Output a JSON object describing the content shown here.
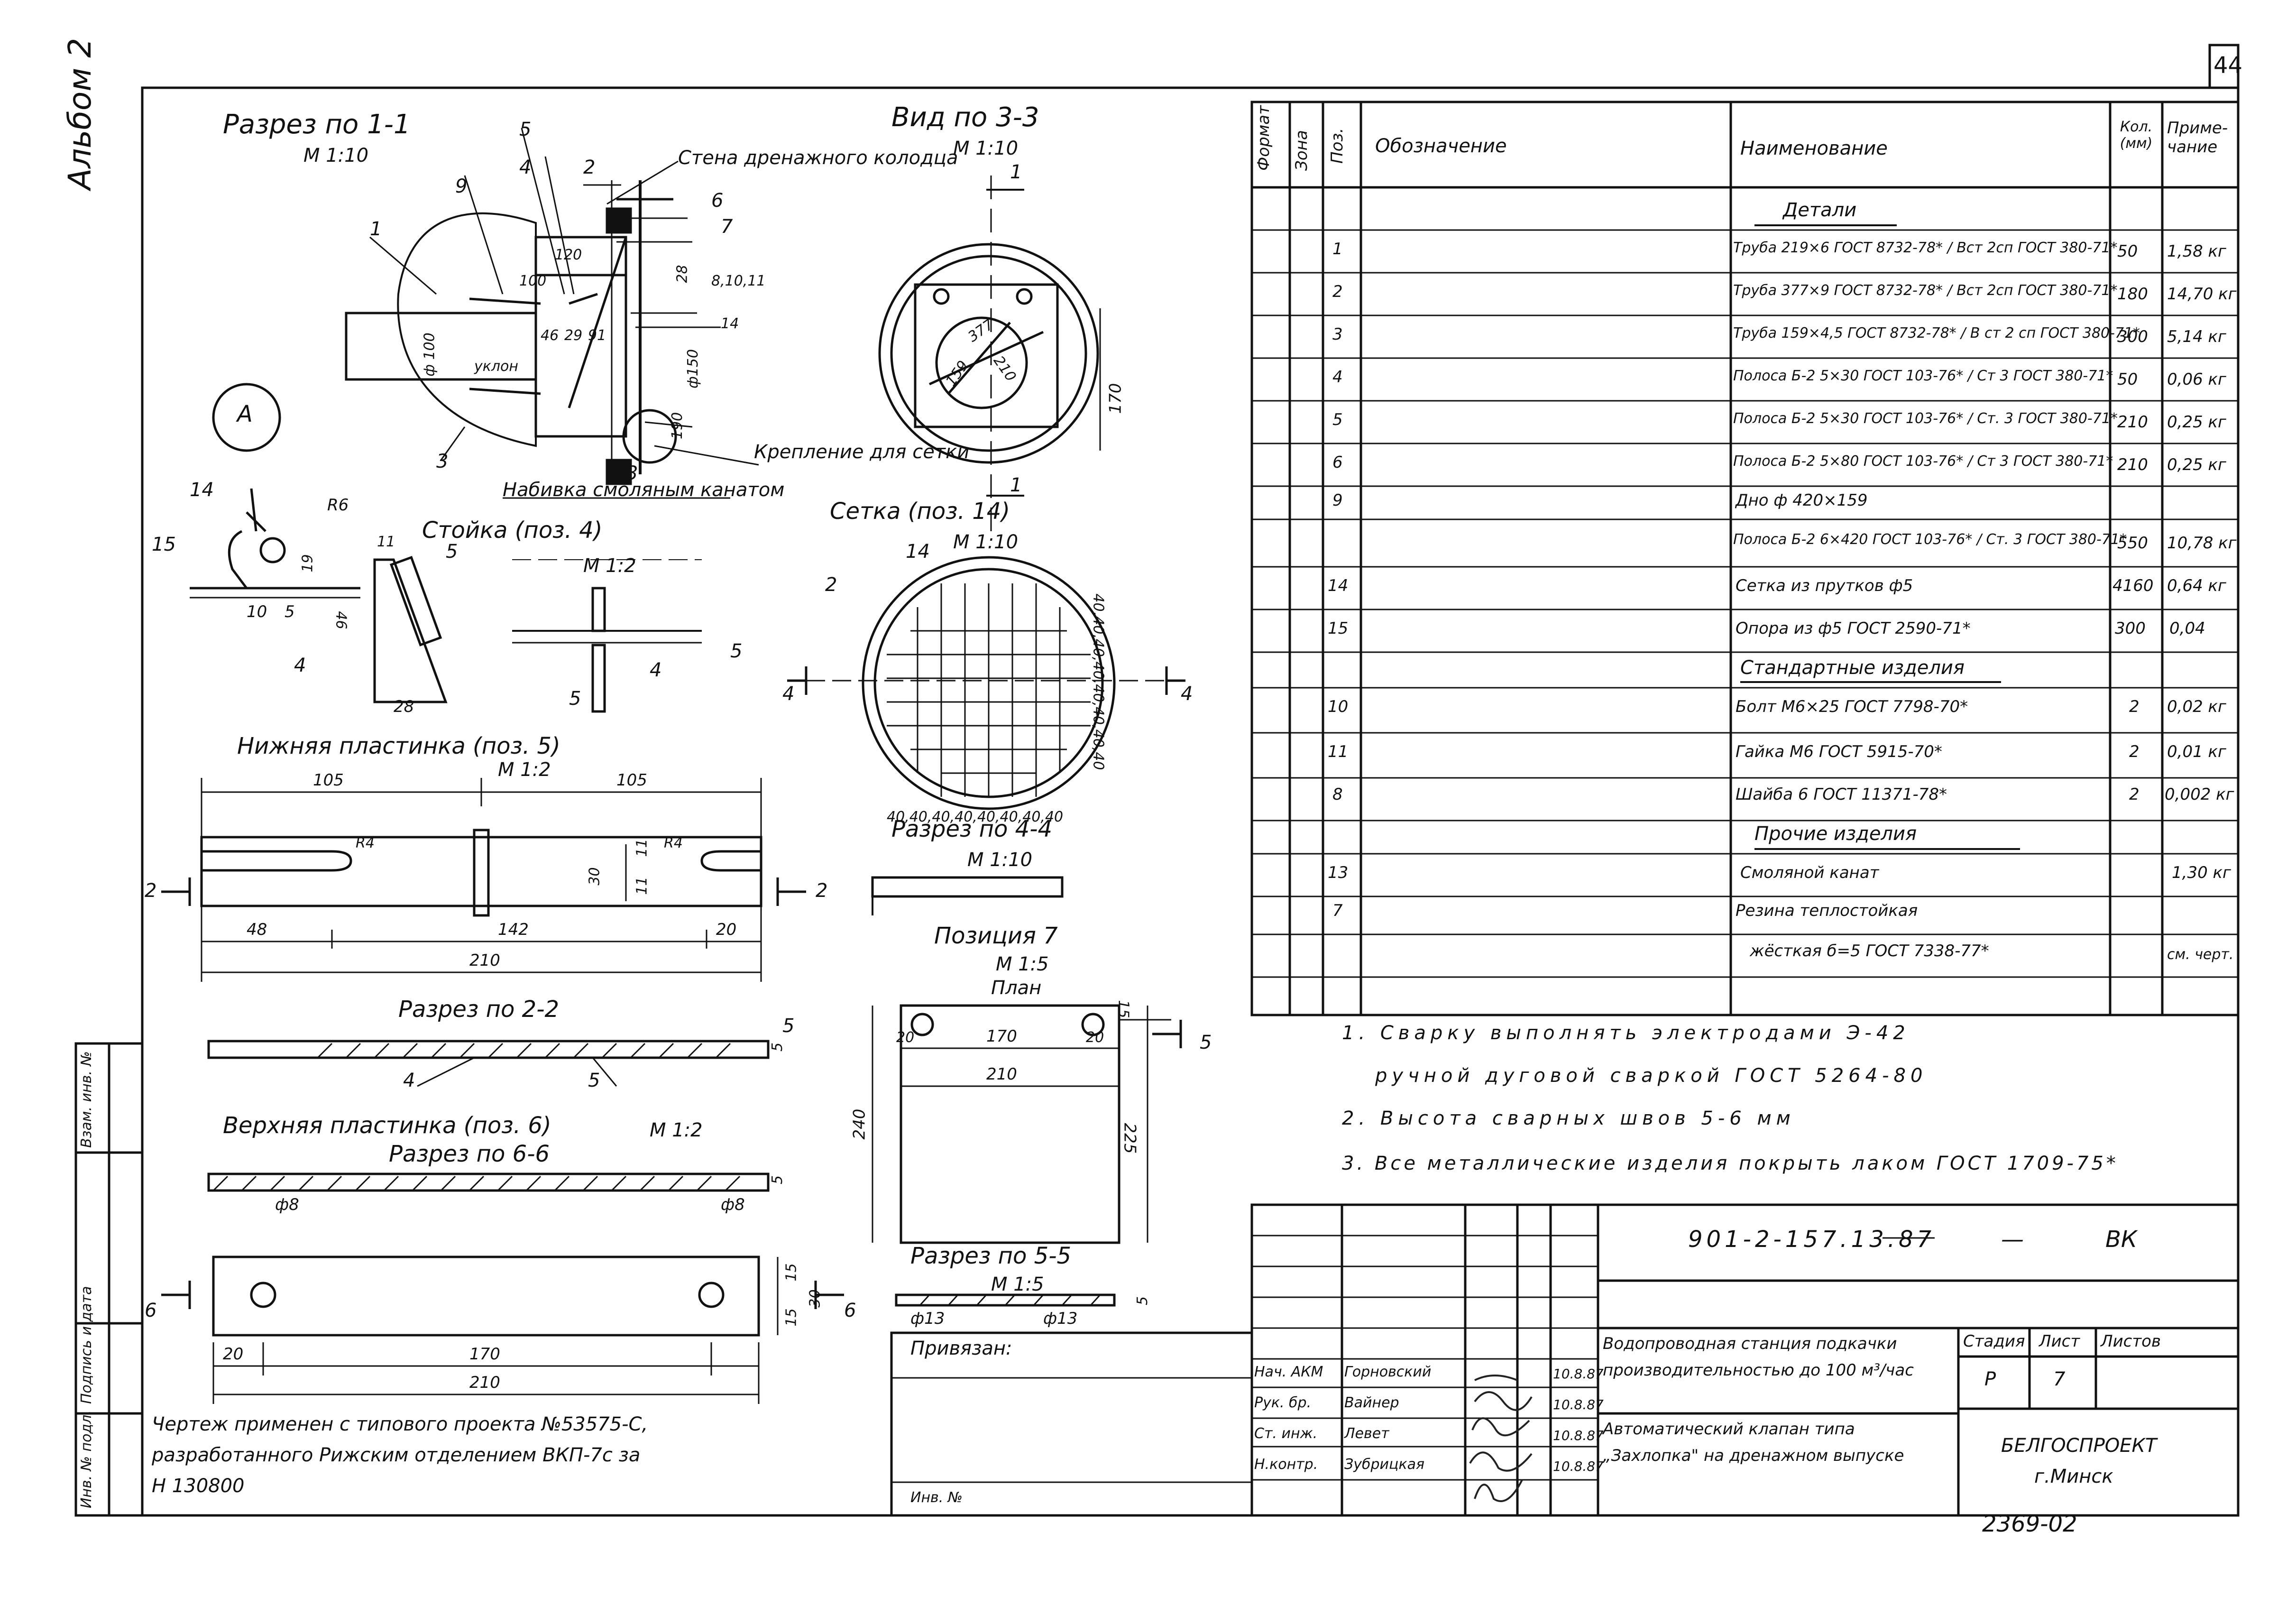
{
  "sheet": {
    "page_number": "44",
    "side_note": "Альбом 2",
    "document_code": "2369-02",
    "stamp_code": "901-2-157.13.87",
    "stamp_suffix": "ВК"
  },
  "drawings": {
    "section_1_1": {
      "title": "Разрез по 1-1",
      "scale": "М 1:10",
      "notes": [
        "Стена дренажного колодца",
        "Крепление для сетки",
        "Набивка смоляным канатом",
        "уклон"
      ],
      "dims": [
        "120",
        "100",
        "28",
        "8,10,11",
        "14",
        "ф150",
        "ф 100",
        "46",
        "29",
        "91",
        "190"
      ],
      "positions": [
        "1",
        "2",
        "3",
        "4",
        "5",
        "6",
        "7",
        "9",
        "3"
      ]
    },
    "node_a": {
      "label": "А",
      "dims": [
        "R6",
        "19",
        "10",
        "5"
      ],
      "positions": [
        "14",
        "15"
      ]
    },
    "view_3_3": {
      "title": "Вид по 3-3",
      "scale": "М 1:10",
      "dims": [
        "377",
        "159",
        "210",
        "170"
      ],
      "marks": [
        "1",
        "1"
      ]
    },
    "post": {
      "title": "Стойка (поз. 4)",
      "scale": "М 1:2",
      "dims": [
        "11",
        "46",
        "28"
      ],
      "positions": [
        "4",
        "5",
        "5",
        "4",
        "5"
      ]
    },
    "mesh": {
      "title": "Сетка (поз. 14)",
      "scale": "М 1:10",
      "positions": [
        "14",
        "2"
      ],
      "marks": [
        "4",
        "4"
      ],
      "bottom_dims": "40,40,40,40,40,40,40,40",
      "side_dims": "40,40,40,40,40,40,40,40"
    },
    "lower_plate": {
      "title": "Нижняя пластинка (поз. 5)",
      "scale": "М 1:2",
      "dims": [
        "105",
        "105",
        "R4",
        "R4",
        "30",
        "11",
        "11",
        "48",
        "142",
        "20",
        "210"
      ],
      "marks": [
        "2",
        "2"
      ]
    },
    "section_4_4": {
      "title": "Разрез по 4-4",
      "scale": "М 1:10"
    },
    "section_2_2": {
      "title": "Разрез по 2-2",
      "dims": [
        "5"
      ],
      "positions": [
        "4",
        "5"
      ]
    },
    "position_7": {
      "title": "Позиция 7",
      "scale": "М 1:5",
      "sub": "План",
      "dims": [
        "20",
        "170",
        "20",
        "15",
        "210",
        "240",
        "225"
      ],
      "marks": [
        "5",
        "5"
      ]
    },
    "upper_plate": {
      "title": "Верхняя пластинка (поз. 6)",
      "scale": "М 1:2",
      "section": "Разрез по 6-6",
      "dims": [
        "5",
        "ф8",
        "ф8",
        "15",
        "30",
        "15",
        "20",
        "170",
        "210"
      ],
      "marks": [
        "6",
        "6"
      ]
    },
    "section_5_5": {
      "title": "Разрез по 5-5",
      "scale": "М 1:5",
      "dims": [
        "ф13",
        "ф13",
        "5"
      ]
    }
  },
  "spec_table": {
    "headers": [
      "Формат",
      "Зона",
      "Поз.",
      "Обозначение",
      "Наименование",
      "Кол. (мм)",
      "Приме-чание"
    ],
    "rows": [
      {
        "pos": "",
        "name": "Детали",
        "qty": "",
        "note": "",
        "heading": true
      },
      {
        "pos": "1",
        "name": "Труба 219×6 ГОСТ 8732-78* / Вст 2сп ГОСТ 380-71*",
        "qty": "50",
        "note": "1,58 кг"
      },
      {
        "pos": "2",
        "name": "Труба 377×9 ГОСТ 8732-78* / Вст 2сп ГОСТ 380-71*",
        "qty": "180",
        "note": "14,70 кг"
      },
      {
        "pos": "3",
        "name": "Труба 159×4,5 ГОСТ 8732-78* / В ст 2 сп ГОСТ 380-71*",
        "qty": "300",
        "note": "5,14 кг"
      },
      {
        "pos": "4",
        "name": "Полоса Б-2 5×30 ГОСТ 103-76* / Ст 3 ГОСТ 380-71*",
        "qty": "50",
        "note": "0,06 кг"
      },
      {
        "pos": "5",
        "name": "Полоса Б-2 5×30 ГОСТ 103-76* / Ст. 3 ГОСТ 380-71*",
        "qty": "210",
        "note": "0,25 кг"
      },
      {
        "pos": "6",
        "name": "Полоса Б-2 5×80 ГОСТ 103-76* / Ст 3 ГОСТ 380-71*",
        "qty": "210",
        "note": "0,25 кг"
      },
      {
        "pos": "9",
        "name": "Дно ф 420×159",
        "qty": "",
        "note": ""
      },
      {
        "pos": "",
        "name": "Полоса Б-2 6×420 ГОСТ 103-76* / Ст. 3 ГОСТ 380-71*",
        "qty": "550",
        "note": "10,78 кг"
      },
      {
        "pos": "14",
        "name": "Сетка из прутков ф5",
        "qty": "4160",
        "note": "0,64 кг"
      },
      {
        "pos": "15",
        "name": "Опора из ф5 ГОСТ 2590-71*",
        "qty": "300",
        "note": "0,04"
      },
      {
        "pos": "",
        "name": "Стандартные изделия",
        "qty": "",
        "note": "",
        "heading": true
      },
      {
        "pos": "10",
        "name": "Болт М6×25 ГОСТ 7798-70*",
        "qty": "2",
        "note": "0,02 кг"
      },
      {
        "pos": "11",
        "name": "Гайка М6 ГОСТ 5915-70*",
        "qty": "2",
        "note": "0,01 кг"
      },
      {
        "pos": "8",
        "name": "Шайба 6 ГОСТ 11371-78*",
        "qty": "2",
        "note": "0,002 кг"
      },
      {
        "pos": "",
        "name": "Прочие изделия",
        "qty": "",
        "note": "",
        "heading": true
      },
      {
        "pos": "13",
        "name": "Смоляной канат",
        "qty": "",
        "note": "1,30 кг"
      },
      {
        "pos": "7",
        "name": "Резина теплостойкая",
        "qty": "",
        "note": ""
      },
      {
        "pos": "",
        "name": "жёсткая б=5 ГОСТ 7338-77*",
        "qty": "",
        "note": "см. черт."
      }
    ]
  },
  "notes": [
    "1. Сварку выполнять электродами Э-42",
    "ручной дуговой сваркой ГОСТ 5264-80",
    "2. Высота сварных швов 5-6 мм",
    "3. Все металлические изделия покрыть лаком ГОСТ 1709-75*"
  ],
  "title_block": {
    "project_title": "Водопроводная станция подкачки производительностью до 100 м³/час",
    "sheet_title": "Автоматический клапан типа „Захлопка\" на дренажном выпуске",
    "stage_label": "Стадия",
    "sheet_label": "Лист",
    "sheets_label": "Листов",
    "stage": "Р",
    "sheet": "7",
    "sheets": "",
    "org": "БЕЛГОСПРОЕКТ",
    "city": "г.Минск",
    "people": [
      {
        "role": "Нач. АКМ",
        "name": "Горновский",
        "date": "10.8.87"
      },
      {
        "role": "Рук. бр.",
        "name": "Вайнер",
        "date": "10.8.87"
      },
      {
        "role": "Ст. инж.",
        "name": "Левет",
        "date": "10.8.87"
      },
      {
        "role": "Н.контр.",
        "name": "Зубрицкая",
        "date": "10.8.87"
      }
    ],
    "attached_label": "Привязан:",
    "inv_label": "Инв. №"
  },
  "side_stamp": {
    "cells": [
      "Инв. № подл.",
      "Подпись и дата",
      "Взам. инв. №"
    ]
  },
  "footer_note": [
    "Чертеж применен с типового проекта №53575-С,",
    "разработанного Рижским отделением ВКП-7с за",
    "Н 130800"
  ]
}
